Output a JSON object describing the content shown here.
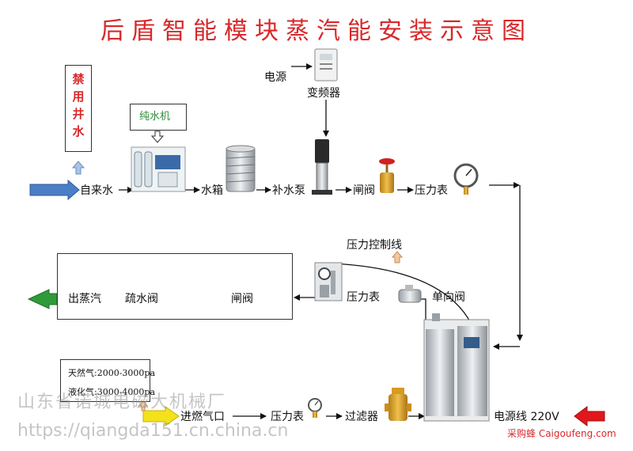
{
  "title": "后盾智能模块蒸汽能安装示意图",
  "notice": {
    "line1": "禁",
    "line2": "用",
    "line3": "井",
    "line4": "水"
  },
  "labels": {
    "power_source": "电源",
    "inverter": "变频器",
    "pure_water_machine": "纯水机",
    "tap_water": "自来水",
    "water_tank": "水箱",
    "booster_pump": "补水泵",
    "gate_valve_top": "闸阀",
    "pressure_gauge_top": "压力表",
    "pressure_control_line": "压力控制线",
    "steam_out": "出蒸汽",
    "drain_valve": "疏水阀",
    "gate_valve_mid": "闸阀",
    "pressure_gauge_mid": "压力表",
    "check_valve": "单向阀",
    "gas_inlet": "进燃气口",
    "pressure_gauge_bottom": "压力表",
    "filter": "过滤器",
    "power_line": "电源线 220V"
  },
  "gas_info": {
    "natural_gas": "天然气:2000-3000pa",
    "lpg": "液化气:3000-4000pa"
  },
  "watermarks": {
    "company": "山东省诺城电磁大机械厂",
    "url": "https://qiangda151.cn.china.cn",
    "badge": "采购蜂 Caigoufeng.com"
  },
  "colors": {
    "title": "#d8282a",
    "arrow_blue": "#4a7fc6",
    "arrow_green": "#2f9a3a",
    "arrow_yellow": "#f3e11a",
    "arrow_red": "#e0181b",
    "arrow_up": "#a9c4e6"
  }
}
